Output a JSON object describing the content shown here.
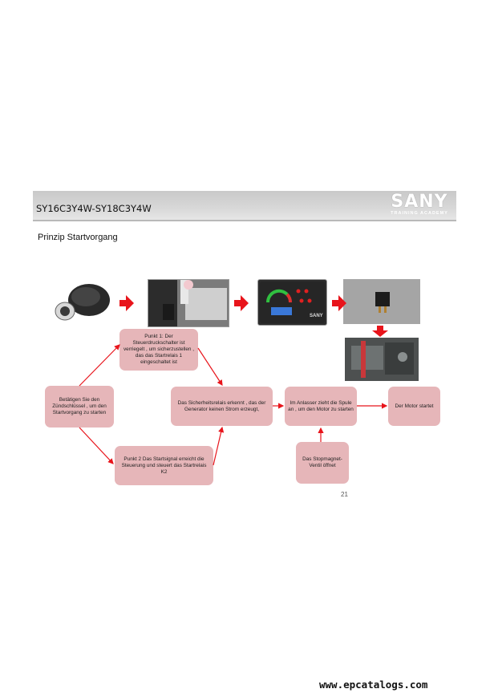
{
  "header": {
    "title": "SY16C3Y4W-SY18C3Y4W",
    "logo_word": "SANY",
    "logo_sub": "TRAINING ACADEMY"
  },
  "subtitle": "Prinzip Startvorgang",
  "boxes": {
    "ignition": "Betätigen Sie den Zündschlüssel , um den Startvorgang zu starten",
    "point1": "Punkt 1: Der Steuerdruckschalter ist verriegelt , um sicherzustellen , das das Startrelais 1 eingeschaltet ist",
    "point2": "Punkt 2 Das Startsignal erreicht die Steuerung und steuert das Startrelais K2",
    "safety_relay": "Das Sicherheitsrelais erkennt , das der Generator keinen Strom erzeugt,",
    "starter": "Im Anlasser zieht die Spule an , um den Motor zu starten",
    "motor": "Der Motor startet",
    "stop_valve": "Das Stopmagnet-Ventil öffnet"
  },
  "panel_label": "SANY",
  "page_number": "21",
  "footer": "www.epcatalogs.com",
  "colors": {
    "box_fill": "#e6b6b9",
    "arrow_red": "#e8141b",
    "header_gray": "#cfcfcf"
  }
}
